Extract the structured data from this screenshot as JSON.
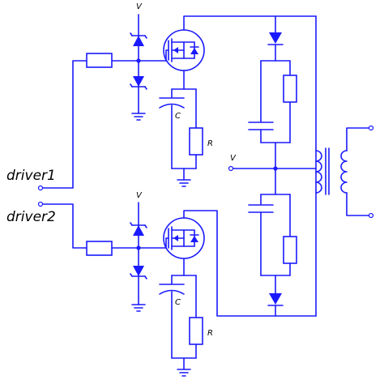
{
  "labels": {
    "driver1": "driver1",
    "driver2": "driver2",
    "v_top_gate": "V",
    "v_bottom_gate": "V",
    "v_midpoint": "V",
    "c_top": "C",
    "r_top": "R",
    "c_bottom": "C",
    "r_bottom": "R"
  },
  "colors": {
    "wire": "#1a1aff",
    "background": "#ffffff",
    "text": "#000000"
  }
}
